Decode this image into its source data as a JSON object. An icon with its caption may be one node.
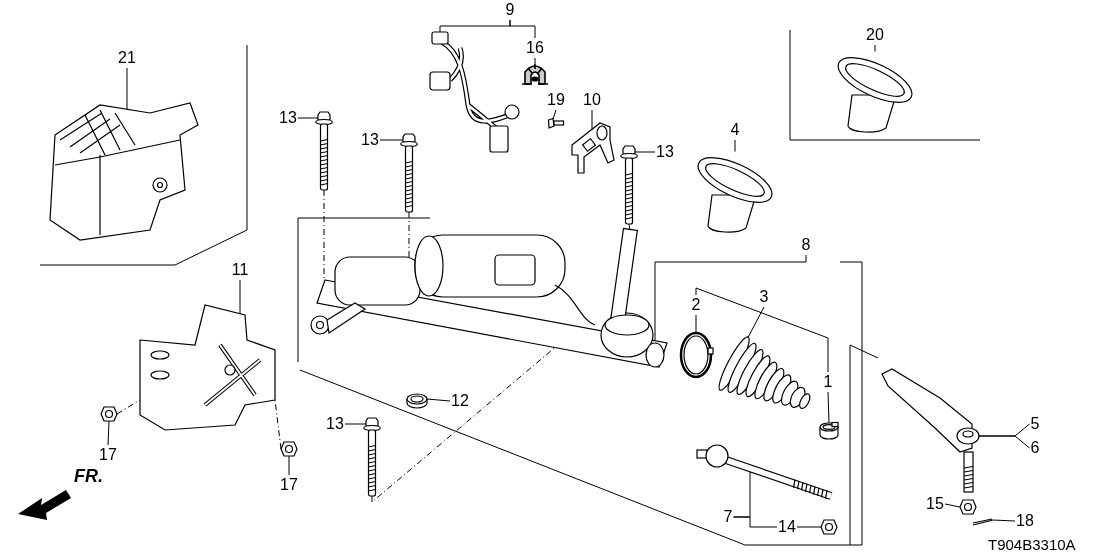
{
  "diagram": {
    "nodes": [
      {
        "text": [
          "9"
        ]
      },
      {
        "text": [],
        "shape": "picture"
      },
      {
        "text": [
          "16"
        ]
      },
      {
        "text": [],
        "shape": "picture"
      },
      {
        "text": [
          "21"
        ]
      },
      {
        "text": [],
        "shape": "picture"
      },
      {
        "text": [
          "13"
        ]
      },
      {
        "text": [],
        "shape": "picture"
      },
      {
        "text": [
          "13"
        ]
      },
      {
        "text": [],
        "shape": "picture"
      },
      {
        "text": [
          "19"
        ]
      },
      {
        "text": [],
        "shape": "picture"
      },
      {
        "text": [
          "10"
        ]
      },
      {
        "text": [],
        "shape": "picture"
      },
      {
        "text": [
          "20"
        ]
      },
      {
        "text": [],
        "shape": "picture"
      },
      {
        "text": [
          "4"
        ]
      },
      {
        "text": [],
        "shape": "picture"
      },
      {
        "text": [
          "13"
        ]
      },
      {
        "text": [],
        "shape": "picture"
      },
      {
        "text": [
          "8"
        ]
      },
      {
        "text": [],
        "shape": "picture"
      },
      {
        "text": [
          "11"
        ]
      },
      {
        "text": [],
        "shape": "picture"
      },
      {
        "text": [
          "2"
        ]
      },
      {
        "text": [],
        "shape": "picture"
      },
      {
        "text": [
          "3"
        ]
      },
      {
        "text": [],
        "shape": "picture"
      },
      {
        "text": [
          "1"
        ]
      },
      {
        "text": [],
        "shape": "picture"
      },
      {
        "text": [
          "12"
        ]
      },
      {
        "text": [],
        "shape": "picture"
      },
      {
        "text": [
          "13"
        ]
      },
      {
        "text": [],
        "shape": "picture"
      },
      {
        "text": [
          "5"
        ]
      },
      {
        "text": [
          "6"
        ]
      },
      {
        "text": [],
        "shape": "picture"
      },
      {
        "text": [
          "17"
        ]
      },
      {
        "text": [],
        "shape": "picture"
      },
      {
        "text": [
          "17"
        ]
      },
      {
        "text": [],
        "shape": "picture"
      },
      {
        "text": [
          "15"
        ]
      },
      {
        "text": [],
        "shape": "picture"
      },
      {
        "text": [
          "18"
        ]
      },
      {
        "text": [],
        "shape": "picture"
      },
      {
        "text": [
          "7"
        ]
      },
      {
        "text": [],
        "shape": "picture"
      },
      {
        "text": [
          "14"
        ]
      },
      {
        "text": [],
        "shape": "picture"
      }
    ],
    "edges": [
      {
        "from": 0,
        "to": 1,
        "arrow": "none"
      },
      {
        "from": 0,
        "to": 2,
        "arrow": "none"
      },
      {
        "from": 2,
        "to": 3,
        "arrow": "none"
      },
      {
        "from": 4,
        "to": 5,
        "arrow": "none"
      },
      {
        "from": 6,
        "to": 7,
        "arrow": "none"
      },
      {
        "from": 7,
        "to": 21,
        "arrow": "none",
        "style": "dashed"
      },
      {
        "from": 8,
        "to": 9,
        "arrow": "none"
      },
      {
        "from": 9,
        "to": 21,
        "arrow": "none",
        "style": "dashed"
      },
      {
        "from": 10,
        "to": 11,
        "arrow": "none"
      },
      {
        "from": 12,
        "to": 13,
        "arrow": "none"
      },
      {
        "from": 14,
        "to": 15,
        "arrow": "none"
      },
      {
        "from": 16,
        "to": 17,
        "arrow": "none"
      },
      {
        "from": 18,
        "to": 19,
        "arrow": "none"
      },
      {
        "from": 19,
        "to": 21,
        "arrow": "none",
        "style": "dashed"
      },
      {
        "from": 20,
        "to": 21,
        "arrow": "none"
      },
      {
        "from": 22,
        "to": 23,
        "arrow": "none"
      },
      {
        "from": 24,
        "to": 25,
        "arrow": "none"
      },
      {
        "from": 24,
        "to": 28,
        "arrow": "none"
      },
      {
        "from": 26,
        "to": 27,
        "arrow": "none"
      },
      {
        "from": 28,
        "to": 29,
        "arrow": "none"
      },
      {
        "from": 30,
        "to": 31,
        "arrow": "none"
      },
      {
        "from": 32,
        "to": 33,
        "arrow": "none"
      },
      {
        "from": 33,
        "to": 21,
        "arrow": "none",
        "style": "dashed"
      },
      {
        "from": 34,
        "to": 36,
        "arrow": "none"
      },
      {
        "from": 35,
        "to": 36,
        "arrow": "none"
      },
      {
        "from": 37,
        "to": 38,
        "arrow": "none"
      },
      {
        "from": 38,
        "to": 23,
        "arrow": "none",
        "style": "dashed"
      },
      {
        "from": 39,
        "to": 40,
        "arrow": "none"
      },
      {
        "from": 40,
        "to": 23,
        "arrow": "none",
        "style": "dashed"
      },
      {
        "from": 41,
        "to": 42,
        "arrow": "none"
      },
      {
        "from": 43,
        "to": 44,
        "arrow": "none"
      },
      {
        "from": 45,
        "to": 46,
        "arrow": "none"
      },
      {
        "from": 45,
        "to": 47,
        "arrow": "none"
      },
      {
        "from": 47,
        "to": 48,
        "arrow": "none"
      }
    ],
    "labels": [
      "FR.",
      "T904B3310A"
    ]
  }
}
